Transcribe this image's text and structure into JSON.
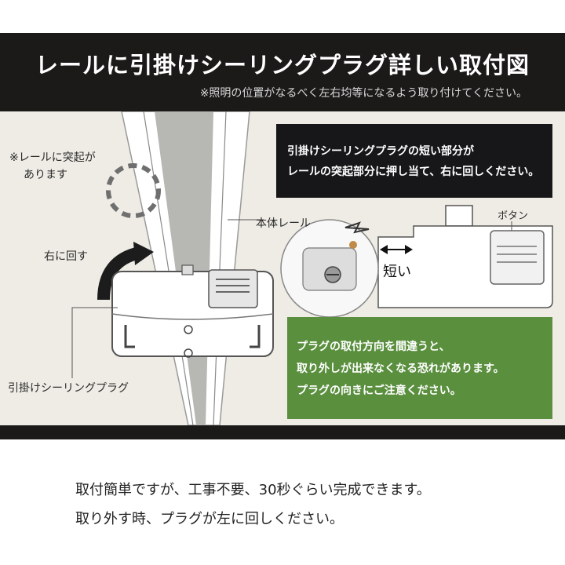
{
  "header": {
    "title": "レールに引掛けシーリングプラグ詳しい取付図",
    "note": "※照明の位置がなるべく左右均等になるよう取り付けてください。"
  },
  "diagram": {
    "rail_bump_label_line1": "※レールに突起が",
    "rail_bump_label_line2": "あります",
    "rotate_right_label": "右に回す",
    "plug_label": "引掛けシーリングプラグ",
    "rail_body_label": "本体レール",
    "button_label": "ボタン",
    "short_label": "短い"
  },
  "instruction_box": {
    "lines": [
      "引掛けシーリングプラグの短い部分が",
      "レールの突起部分に押し当て、右に回しください。"
    ]
  },
  "warning_box": {
    "lines": [
      "プラグの取付方向を間違うと、",
      "取り外しが出来なくなる恐れがあります。",
      "プラグの向きにご注意ください。"
    ]
  },
  "footer": {
    "lines": [
      "取付簡単ですが、工事不要、30秒ぐらい完成できます。",
      "取り外す時、プラグが左に回しください。"
    ]
  },
  "colors": {
    "header_bg": "#1c1a19",
    "panel_bg": "#eeece4",
    "warning_green": "#5a8f3e"
  }
}
